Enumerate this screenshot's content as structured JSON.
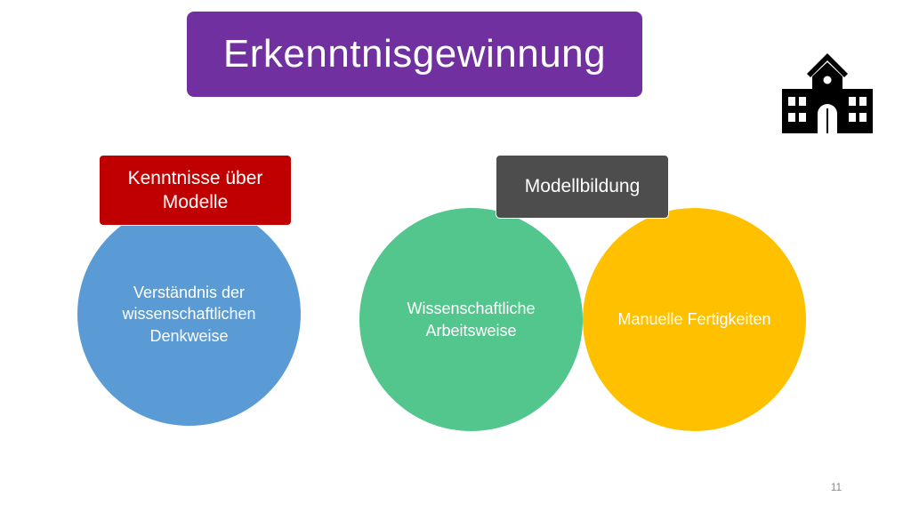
{
  "slide": {
    "title": "Erkenntnisgewinnung",
    "page_number": "11",
    "icon": "school-building-icon"
  },
  "circles": [
    {
      "text": "Verständnis der wissenschaftlichen Denkweise",
      "color": "#5b9bd5"
    },
    {
      "text": "Wissenschaftliche Arbeitsweise",
      "color": "#52c68c"
    },
    {
      "text": "Manuelle Fertigkeiten",
      "color": "#ffc000"
    }
  ],
  "labels": [
    {
      "text": "Kenntnisse über Modelle",
      "color": "#c00000"
    },
    {
      "text": "Modellbildung",
      "color": "#4d4d4d"
    }
  ],
  "colors": {
    "title_bg": "#7030a0",
    "text": "#ffffff"
  }
}
